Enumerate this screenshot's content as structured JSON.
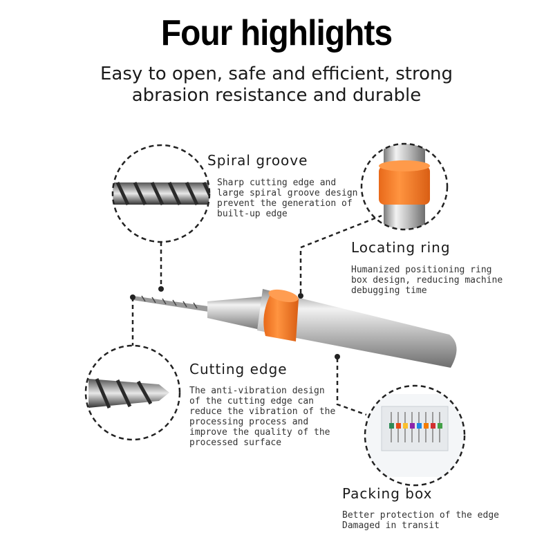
{
  "header": {
    "title": "Four highlights",
    "subtitle_line1": "Easy to open, safe and efficient, strong",
    "subtitle_line2": "abrasion resistance and durable"
  },
  "features": [
    {
      "name": "Spiral groove",
      "description": "Sharp cutting edge and\nlarge spiral groove design\nprevent the generation of\nbuilt-up edge"
    },
    {
      "name": "Locating ring",
      "description": "Humanized positioning ring\nbox design, reducing machine\ndebugging time"
    },
    {
      "name": "Cutting edge",
      "description": "The anti-vibration design\nof the cutting edge can\nreduce the vibration of the\nprocessing process and\nimprove the quality of the\nprocessed surface"
    },
    {
      "name": "Packing box",
      "description": "Better protection of the edge\nDamaged in transit"
    }
  ],
  "colors": {
    "ring": "#f47c20",
    "ring_shadow": "#d9621a",
    "shank": "#b8b8b8",
    "dash": "#222222"
  }
}
